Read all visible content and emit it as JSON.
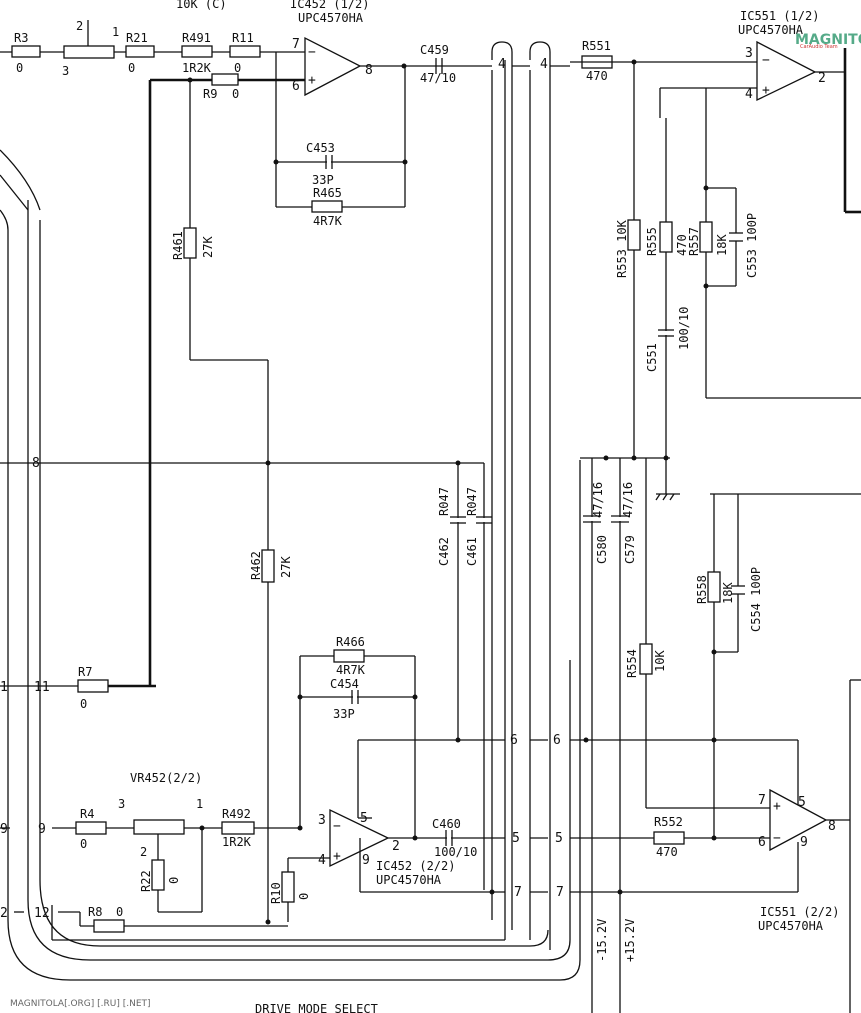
{
  "ic_top": {
    "name": "IC452 (1/2)",
    "part": "UPC4570HA",
    "top_label": "10K (C)"
  },
  "ic_bot": {
    "name": "IC452 (2/2)",
    "part": "UPC4570HA"
  },
  "ic551a": {
    "name": "IC551 (1/2)",
    "part": "UPC4570HA"
  },
  "ic551b": {
    "name": "IC551 (2/2)",
    "part": "UPC4570HA"
  },
  "r3": {
    "ref": "R3",
    "val": "0"
  },
  "r21": {
    "ref": "R21",
    "val": "0"
  },
  "r491": {
    "ref": "R491",
    "val": "1R2K"
  },
  "r11": {
    "ref": "R11",
    "val": "0"
  },
  "r9": {
    "ref": "R9",
    "val": "0"
  },
  "c453": {
    "ref": "C453",
    "val": "33P"
  },
  "r465": {
    "ref": "R465",
    "val": "4R7K"
  },
  "c459": {
    "ref": "C459",
    "val": "47/10"
  },
  "r551": {
    "ref": "R551",
    "val": "470"
  },
  "r461": {
    "ref": "R461",
    "val": "27K"
  },
  "r462": {
    "ref": "R462",
    "val": "27K"
  },
  "c462": {
    "ref": "C462",
    "val": "R047"
  },
  "c461": {
    "ref": "C461",
    "val": "R047"
  },
  "r553": {
    "ref": "R553",
    "val": "10K"
  },
  "r555": {
    "ref": "R555",
    "val": "470"
  },
  "r557": {
    "ref": "R557",
    "val": "18K"
  },
  "c553": {
    "ref": "C553",
    "val": "100P"
  },
  "c551": {
    "ref": "C551",
    "val": "100/10"
  },
  "c580": {
    "ref": "C580",
    "val": "47/16"
  },
  "c579": {
    "ref": "C579",
    "val": "47/16"
  },
  "r558": {
    "ref": "R558",
    "val": "18K"
  },
  "c554": {
    "ref": "C554",
    "val": "100P"
  },
  "r554": {
    "ref": "R554",
    "val": "10K"
  },
  "r466": {
    "ref": "R466",
    "val": "4R7K"
  },
  "c454": {
    "ref": "C454",
    "val": "33P"
  },
  "r7": {
    "ref": "R7",
    "val": "0"
  },
  "vr452": {
    "ref": "VR452(2/2)"
  },
  "r4": {
    "ref": "R4",
    "val": "0"
  },
  "r492": {
    "ref": "R492",
    "val": "1R2K"
  },
  "r22": {
    "ref": "R22",
    "val": "0"
  },
  "r10": {
    "ref": "R10",
    "val": "0"
  },
  "r8": {
    "ref": "R8",
    "val": "0"
  },
  "c460": {
    "ref": "C460",
    "val": "100/10"
  },
  "r552": {
    "ref": "R552",
    "val": "470"
  },
  "rails": {
    "neg": "-15.2V",
    "pos": "+15.2V"
  },
  "pins": {
    "p1": "1",
    "p2": "2",
    "p3": "3",
    "p4": "4",
    "p5": "5",
    "p6": "6",
    "p7": "7",
    "p8": "8",
    "p9": "9",
    "p11": "11",
    "p12": "12"
  },
  "bottom_text": "DRIVE MODE SELECT",
  "watermark": "MAGNITOLA[.ORG] [.RU] [.NET]",
  "logo": {
    "text": "MAGNITOLA",
    "sub": "CarAudio Team"
  }
}
